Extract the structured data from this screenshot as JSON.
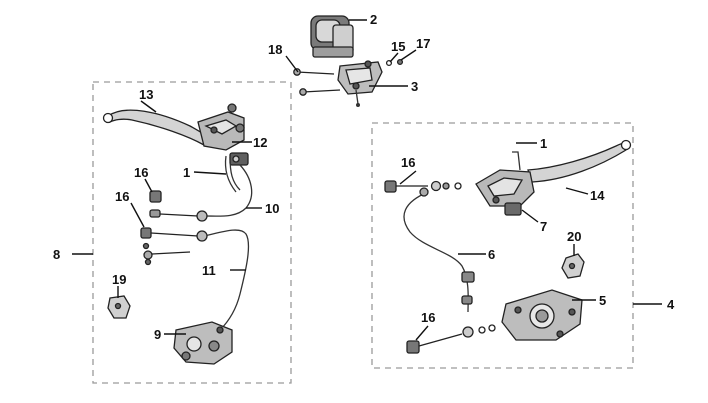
{
  "diagram": {
    "callouts": {
      "c1_left": "1",
      "c1_right": "1",
      "c2": "2",
      "c3": "3",
      "c4": "4",
      "c5": "5",
      "c6": "6",
      "c7": "7",
      "c8": "8",
      "c9": "9",
      "c10": "10",
      "c11": "11",
      "c12": "12",
      "c13": "13",
      "c14": "14",
      "c15": "15",
      "c16_a": "16",
      "c16_b": "16",
      "c16_c": "16",
      "c16_d": "16",
      "c17": "17",
      "c18": "18",
      "c19": "19",
      "c20": "20"
    },
    "colors": {
      "part_fill": "#c9c9c9",
      "part_dark": "#6d6d6d",
      "part_light": "#eeeeee",
      "frame": "#9a9a9a",
      "ink": "#111111"
    }
  }
}
